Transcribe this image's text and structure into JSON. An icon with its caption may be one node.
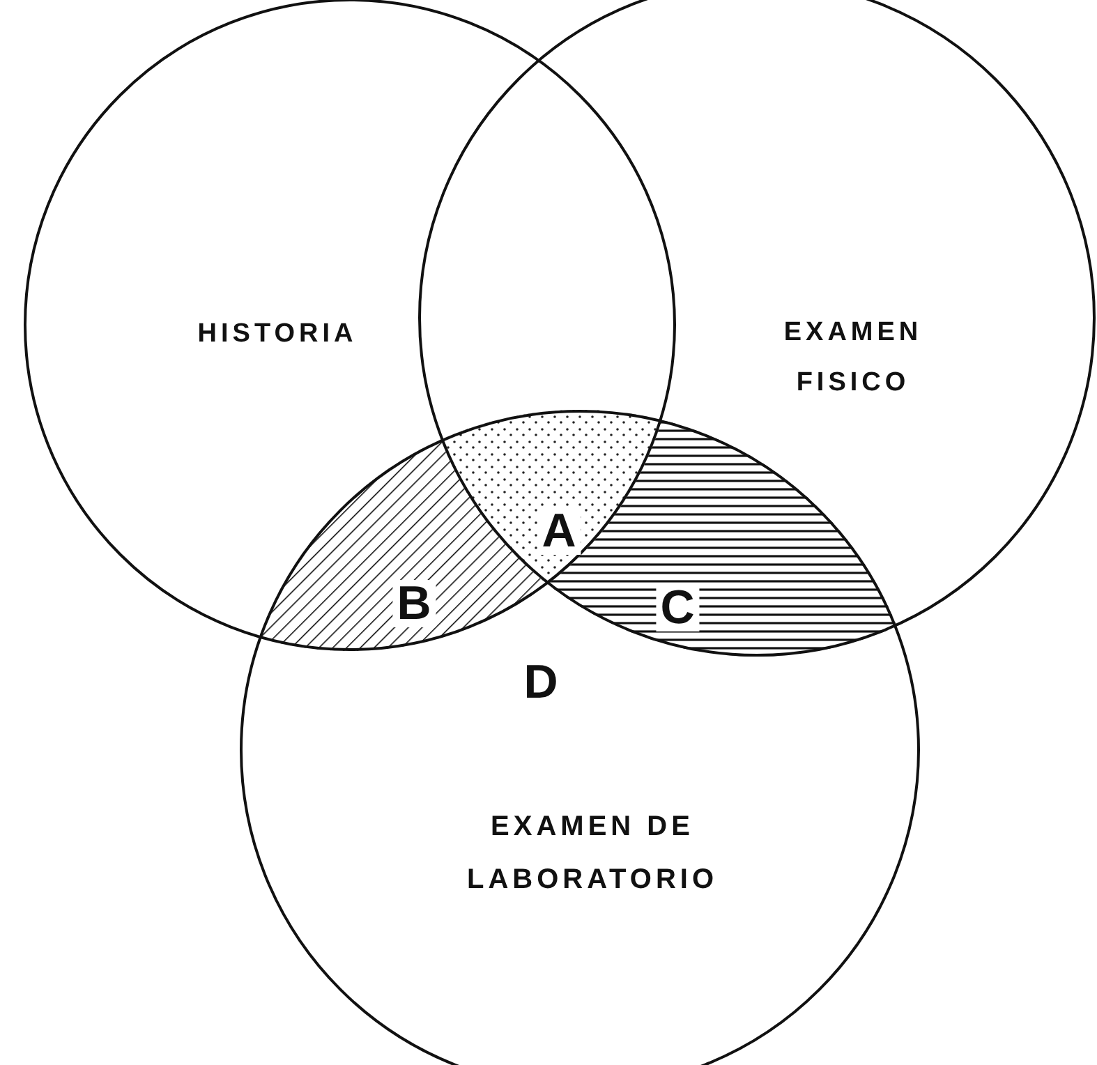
{
  "diagram": {
    "nodes": [
      {
        "text": [
          "HISTORIA"
        ]
      },
      {
        "text": [
          "EXAMEN FISICO"
        ]
      },
      {
        "text": [
          "EXAMEN DE LABORATORIO"
        ]
      }
    ],
    "labels": [
      "A",
      "B",
      "C",
      "D"
    ]
  }
}
